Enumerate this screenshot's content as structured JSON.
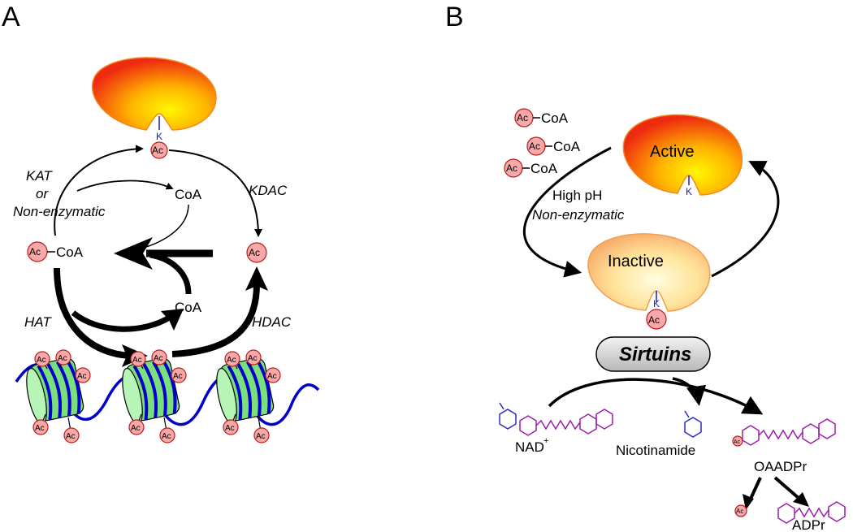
{
  "panel_a": {
    "label": "A",
    "ac": "Ac",
    "lysine": "K",
    "coa": "CoA",
    "kat": "KAT",
    "or": "or",
    "non_enzymatic": "Non-enzymatic",
    "kdac": "KDAC",
    "hat": "HAT",
    "hdac": "HDAC"
  },
  "panel_b": {
    "label": "B",
    "ac": "Ac",
    "coa": "CoA",
    "active": "Active",
    "inactive": "Inactive",
    "lysine": "K",
    "high_ph": "High pH",
    "non_enzymatic": "Non-enzymatic",
    "sirtuins": "Sirtuins",
    "nad": "NAD",
    "nad_sup": "+",
    "nicotinamide": "Nicotinamide",
    "oaadpr": "OAADPr",
    "adpr": "ADPr"
  },
  "colors": {
    "protein_center": "#fff100",
    "protein_edge": "#f02010",
    "inactive_center": "#fffbd0",
    "inactive_edge": "#f08a40",
    "ac_fill": "#f7a8a8",
    "ac_stroke": "#b81c1c",
    "dna": "#0000cc",
    "nucleosome": "#7be07b",
    "nad_blue": "#2a2acc",
    "adpr_purple": "#9b1fa8",
    "sirtuin_box": "#d0d0d0"
  }
}
